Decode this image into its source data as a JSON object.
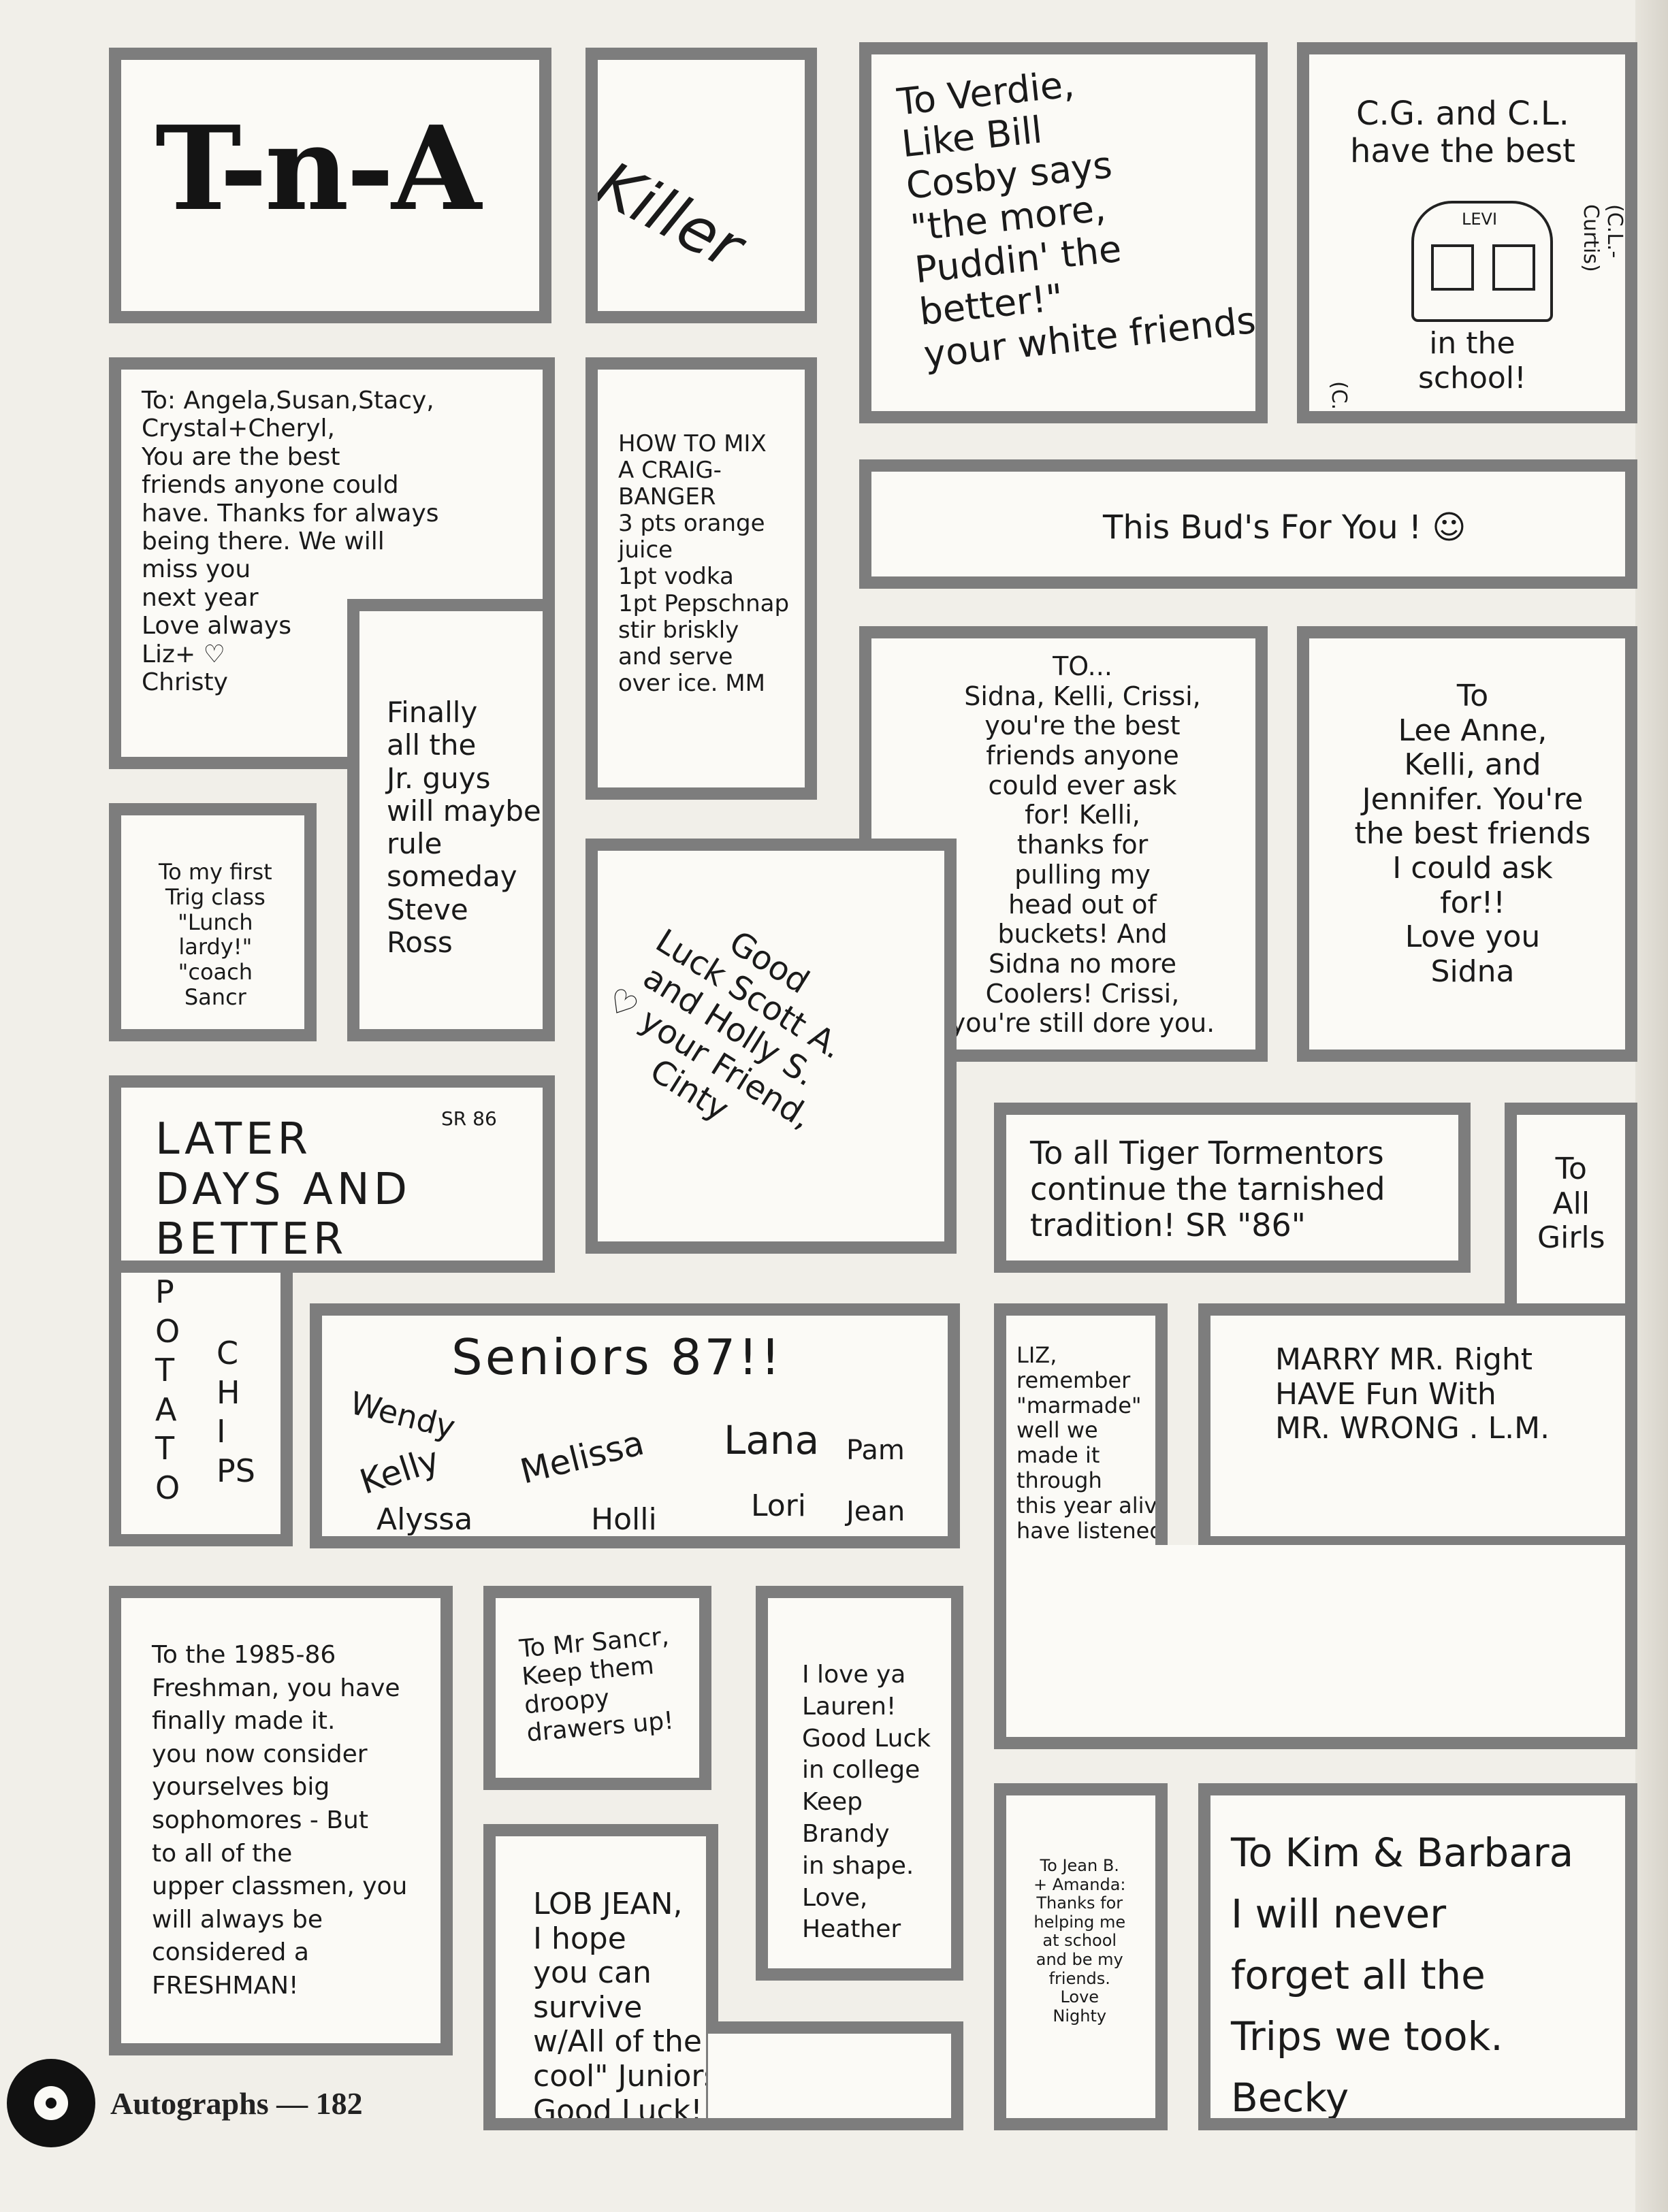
{
  "footer": {
    "section": "Autographs",
    "separator": "—",
    "page_number": "182"
  },
  "notes": {
    "tna": "T-n-A",
    "killer": "Killer",
    "verdie": "To Verdie,\nLike Bill\nCosby says\n\"the more,\nPuddin' the better!\"\nyour white friends",
    "cg_cl": "C.G. and C.L.\nhave the best",
    "cg_cl_levi": "LEVI",
    "cg_cl_school": "in the\nschool!",
    "cg_cl_left": "(C.G.-CLAYTON)",
    "cg_cl_right": "(C.L.-Curtis)",
    "angela": "To: Angela,Susan,Stacy,\nCrystal+Cheryl,\nYou are the best\nfriends anyone could\nhave. Thanks for always\nbeing there. We will\nmiss you\nnext year\nLove always\nLiz+ ♡\nChristy",
    "craig": "HOW TO MIX\nA CRAIG-\nBANGER\n3 pts orange\njuice\n1pt vodka\n1pt Pepschnap\nstir briskly\nand serve\nover ice. MM",
    "bud": "This Bud's For You ! ☺",
    "sidna": "TO...\nSidna, Kelli, Crissi,\nyou're the best\nfriends anyone\ncould ever ask\nfor! Kelli,\nthanks for\npulling my\nhead out of\nbuckets! And\nSidna no more\nCoolers! Crissi,\nyou're still dore you.",
    "lee_anne": "To\nLee Anne,\nKelli, and\nJennifer. You're\nthe best friends\nI could ask\nfor!!\nLove you\nSidna",
    "jr_guys": "Finally\nall the\nJr. guys\nwill maybe\nrule\nsomeday\nSteve\nRoss",
    "trig": "To my first\nTrig class\n\"Lunch\nlardy!\"\n\"coach\nSancr",
    "good_luck": "Good\nLuck Scott A.\nand Holly S.\n♡ your Friend,\nCinty",
    "later_days": "LATER\nDAYS AND\nBETTER",
    "later_sr": "SR 86",
    "potato": "P\nO\nT\nA\nT\nO",
    "chips": "C\nH\nI\nPS",
    "tigers": "To all Tiger Tormentors\ncontinue the tarnished\ntradition! SR \"86\"",
    "all_girls": "To\nAll\nGirls",
    "marry": "MARRY MR. Right\nHAVE Fun With\nMR. WRONG . L.M.",
    "seniors": {
      "title": "Seniors 87!!",
      "names": [
        "Wendy",
        "Kelly",
        "Melissa",
        "Lana",
        "Pam",
        "Alyssa",
        "Holli",
        "Lori",
        "Jean"
      ]
    },
    "liz_wendy": "LIZ,\nremember\n\"marmade\"\nwell we\nmade it\nthrough\nthis year alive — I should\nhave listened to you + Curt\nabout the \"jerk\" + maybe next time.\nHope you will buy you deal for\nmore than $3 - Love ya!\n(C) Jaws mets sish :) Wendy",
    "freshman": "To the 1985-86\nFreshman, you have\nfinally made it.\nyou now consider\nyourselves big\nsophomores - But\nto all of the\nupper classmen, you\nwill always be\nconsidered a\nFRESHMAN!",
    "sancr": "To Mr Sancr,\nKeep them\ndroopy\ndrawers up!",
    "lauren": "I love ya\nLauren!\nGood Luck\nin college\nKeep Brandy\nin shape.\nLove,\nHeather",
    "lob_jean": "LOB JEAN,\nI hope\nyou can\nsurvive\nw/All of the \"too\ncool\" Juniors.\nGood Luck!",
    "jean_amanda": "To Jean B.\n+ Amanda:\nThanks for\nhelping me\nat school\nand be my\nfriends.\nLove\nNighty",
    "kim_barbara": "To Kim & Barbara\nI   will never\nforget all the\nTrips  we took.\nBecky"
  }
}
